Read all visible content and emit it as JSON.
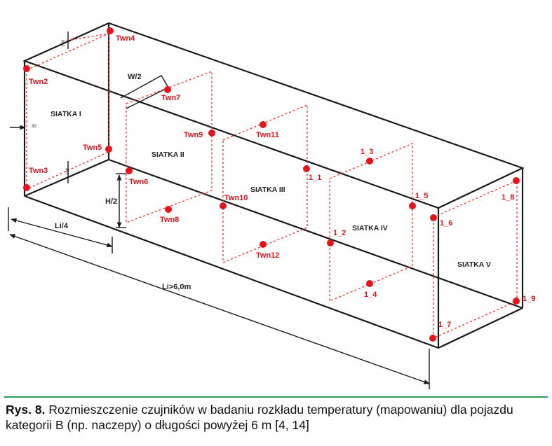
{
  "diagram": {
    "dimensions": {
      "w_half": "W/2",
      "h_half": "H/2",
      "li_quarter": "Li/4",
      "li_total": "Li>6,0m",
      "offset_30": "30",
      "offset_100_top": "100",
      "offset_100_bottom": "100"
    },
    "grids": [
      "SIATKA I",
      "SIATKA II",
      "SIATKA III",
      "SIATKA IV",
      "SIATKA V"
    ],
    "sensors": [
      "Twn2",
      "Twn3",
      "Twn4",
      "Twn5",
      "Twn6",
      "Twn7",
      "Twn8",
      "Twn9",
      "Twn10",
      "Twn11",
      "Twn12",
      "1_1",
      "1_2",
      "1_3",
      "1_4",
      "1_5",
      "1_6",
      "1_7",
      "1_8",
      "1_9"
    ],
    "colors": {
      "sensor": "#e3141b",
      "edge": "#1a1a1a",
      "rule": "#2e9a5b"
    }
  },
  "caption": {
    "label": "Rys. 8.",
    "text": "Rozmieszczenie czujników w badaniu rozkładu temperatury (mapowaniu) dla pojazdu kategorii B (np. naczepy) o długości powyżej 6 m [4, 14]"
  }
}
